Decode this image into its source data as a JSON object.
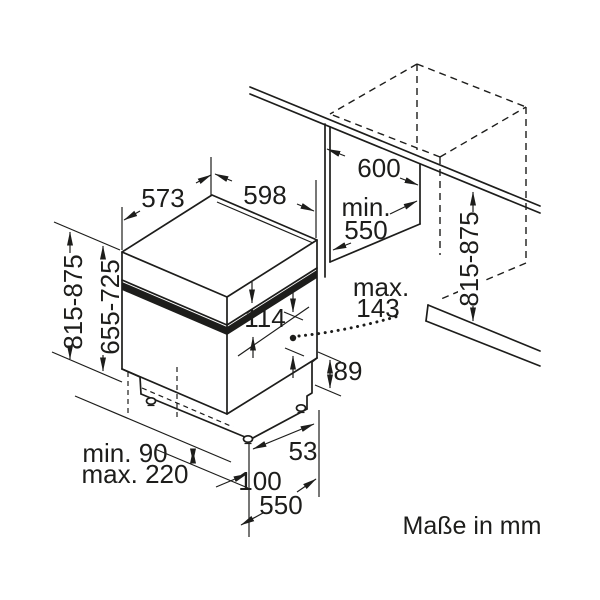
{
  "diagram_type": "dishwasher-installation-dimensions",
  "colors": {
    "line": "#1d1d1b",
    "background": "#ffffff"
  },
  "labels": {
    "top_depth": "573",
    "top_width": "598",
    "niche_depth": "600",
    "min_depth_line1": "min.",
    "min_depth_line2": "550",
    "appliance_height": "815-875",
    "door_panel_height": "655-725",
    "panel_height": "114",
    "max_protrusion_line1": "max.",
    "max_protrusion_line2": "143",
    "hinge_bottom": "89",
    "niche_height": "815-875",
    "plinth_min": "min. 90",
    "plinth_max": "max. 220",
    "hinge_offset": "53",
    "base_recess": "100",
    "base_depth": "550"
  },
  "footer": {
    "units_note": "Maße in mm"
  }
}
